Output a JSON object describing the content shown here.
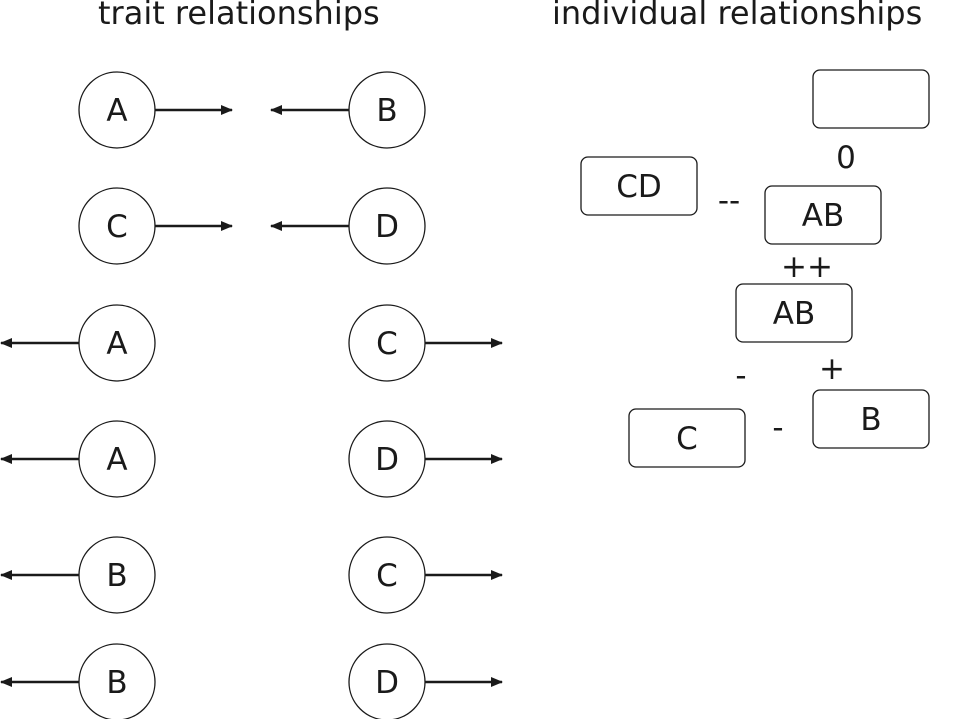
{
  "titles": {
    "trait": "trait relationships",
    "individual": "individual relationships"
  },
  "trait_rows": [
    {
      "left": "A",
      "right": "B",
      "left_arrow": "right",
      "right_arrow": "left"
    },
    {
      "left": "C",
      "right": "D",
      "left_arrow": "right",
      "right_arrow": "left"
    },
    {
      "left": "A",
      "right": "C",
      "left_arrow": "left",
      "right_arrow": "right"
    },
    {
      "left": "A",
      "right": "D",
      "left_arrow": "left",
      "right_arrow": "right"
    },
    {
      "left": "B",
      "right": "C",
      "left_arrow": "left",
      "right_arrow": "right"
    },
    {
      "left": "B",
      "right": "D",
      "left_arrow": "left",
      "right_arrow": "right"
    }
  ],
  "individual": {
    "boxes": [
      "",
      "CD",
      "AB",
      "AB",
      "C",
      "B"
    ],
    "signs": [
      "0",
      "--",
      "++",
      "-",
      "+",
      "-"
    ]
  }
}
